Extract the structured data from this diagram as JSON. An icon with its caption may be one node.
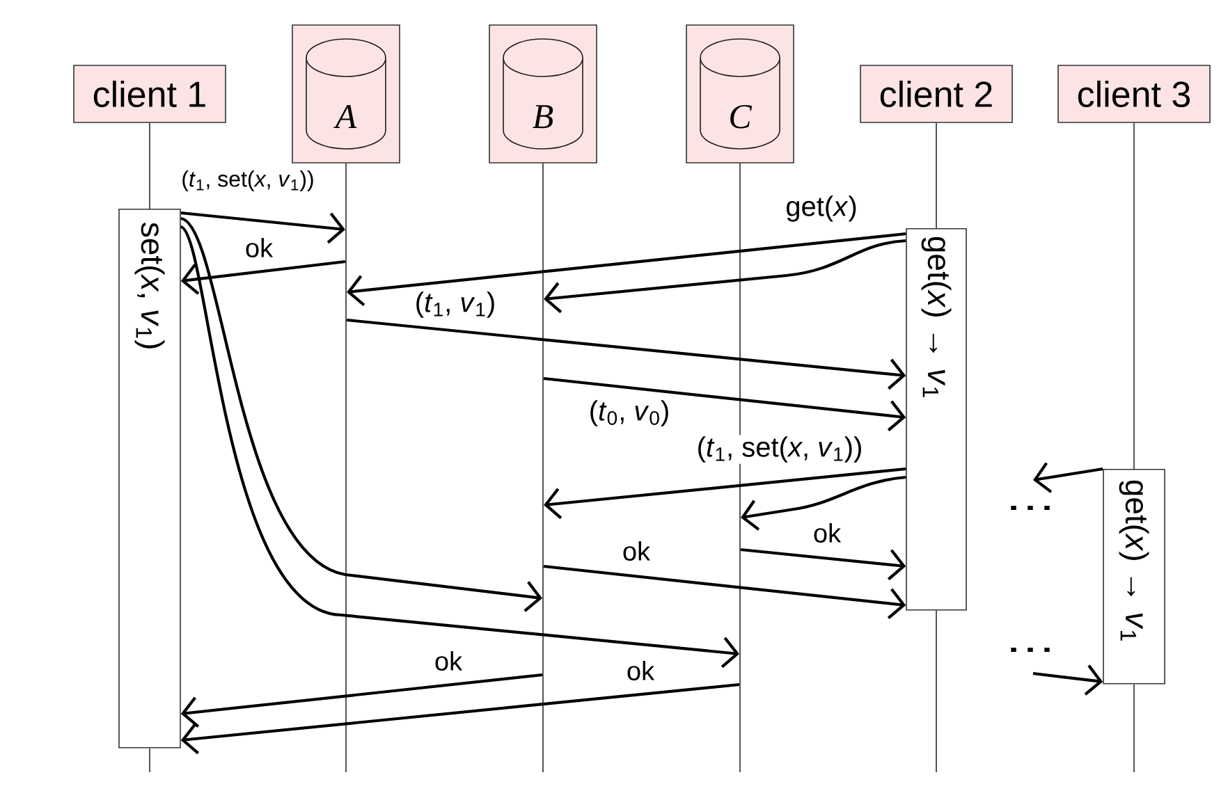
{
  "diagram": {
    "nodes": [
      {
        "text": [
          "client 1"
        ]
      },
      {
        "text": [],
        "shape": "box"
      },
      {
        "text": [
          "A"
        ],
        "in": 1
      },
      {
        "text": [],
        "shape": "box"
      },
      {
        "text": [
          "B"
        ],
        "in": 3
      },
      {
        "text": [],
        "shape": "box"
      },
      {
        "text": [
          "C"
        ],
        "in": 5
      },
      {
        "text": [
          "client 2"
        ]
      },
      {
        "text": [
          "client 3"
        ]
      },
      {
        "text": [],
        "shape": "line"
      },
      {
        "text": [],
        "shape": "line"
      },
      {
        "text": [],
        "shape": "line"
      },
      {
        "text": [
          "set(*x*, *v*$_{1}$)"
        ]
      },
      {
        "text": [
          "get(*x*) → *v*$_{1}$"
        ]
      },
      {
        "text": [
          "get(*x*) → *v*$_{1}$"
        ]
      }
    ],
    "edges": [
      {
        "from": 12,
        "to": 9,
        "arrow": "to",
        "label": "(*t*$_{1}$, set(*x*, *v*$_{1}$))"
      },
      {
        "from": 9,
        "to": 12,
        "arrow": "to",
        "label": "ok"
      },
      {
        "from": 13,
        "to": 9,
        "arrow": "to",
        "label": "get(*x*)"
      },
      {
        "from": 13,
        "to": 10,
        "arrow": "to"
      },
      {
        "from": 9,
        "to": 13,
        "arrow": "to",
        "label": "(*t*$_{1}$, *v*$_{1}$)"
      },
      {
        "from": 10,
        "to": 13,
        "arrow": "to",
        "label": "(*t*$_{0}$, *v*$_{0}$)"
      },
      {
        "from": 13,
        "to": 10,
        "arrow": "to",
        "label": "(*t*$_{1}$, set(*x*, *v*$_{1}$))"
      },
      {
        "from": 13,
        "to": 11,
        "arrow": "to"
      },
      {
        "from": 11,
        "to": 13,
        "arrow": "to",
        "label": "ok"
      },
      {
        "from": 10,
        "to": 13,
        "arrow": "to",
        "label": "ok"
      },
      {
        "from": 12,
        "to": 10,
        "arrow": "to"
      },
      {
        "from": 12,
        "to": 11,
        "arrow": "to"
      },
      {
        "from": 10,
        "to": 12,
        "arrow": "to",
        "label": "ok"
      },
      {
        "from": 11,
        "to": 12,
        "arrow": "to",
        "label": "ok"
      },
      {
        "from": 14,
        "to": null,
        "arrow": "to"
      },
      {
        "from": null,
        "to": 14,
        "arrow": "to"
      },
      {
        "from": 0,
        "to": 12,
        "arrow": "none",
        "color": "#555555"
      },
      {
        "from": 12,
        "to": null,
        "arrow": "none",
        "color": "#555555"
      },
      {
        "from": 7,
        "to": 13,
        "arrow": "none",
        "color": "#555555"
      },
      {
        "from": 13,
        "to": null,
        "arrow": "none",
        "color": "#555555"
      },
      {
        "from": 8,
        "to": 14,
        "arrow": "none",
        "color": "#555555"
      },
      {
        "from": 14,
        "to": null,
        "arrow": "none",
        "color": "#555555"
      }
    ],
    "labels": [
      "⋯",
      "⋯"
    ]
  }
}
